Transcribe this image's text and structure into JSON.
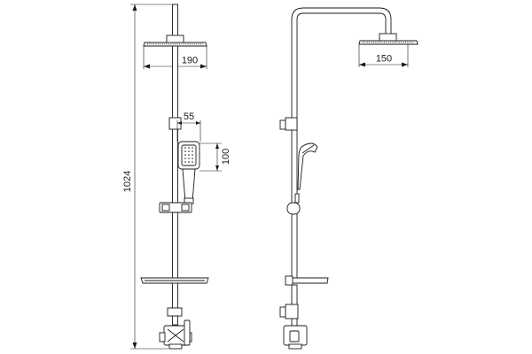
{
  "dimensions": {
    "overall_height": "1024",
    "front_head_width": "190",
    "handshower_width": "55",
    "handshower_height": "100",
    "side_head_width": "150"
  },
  "colors": {
    "line": "#1a1a1a",
    "background": "#ffffff"
  }
}
